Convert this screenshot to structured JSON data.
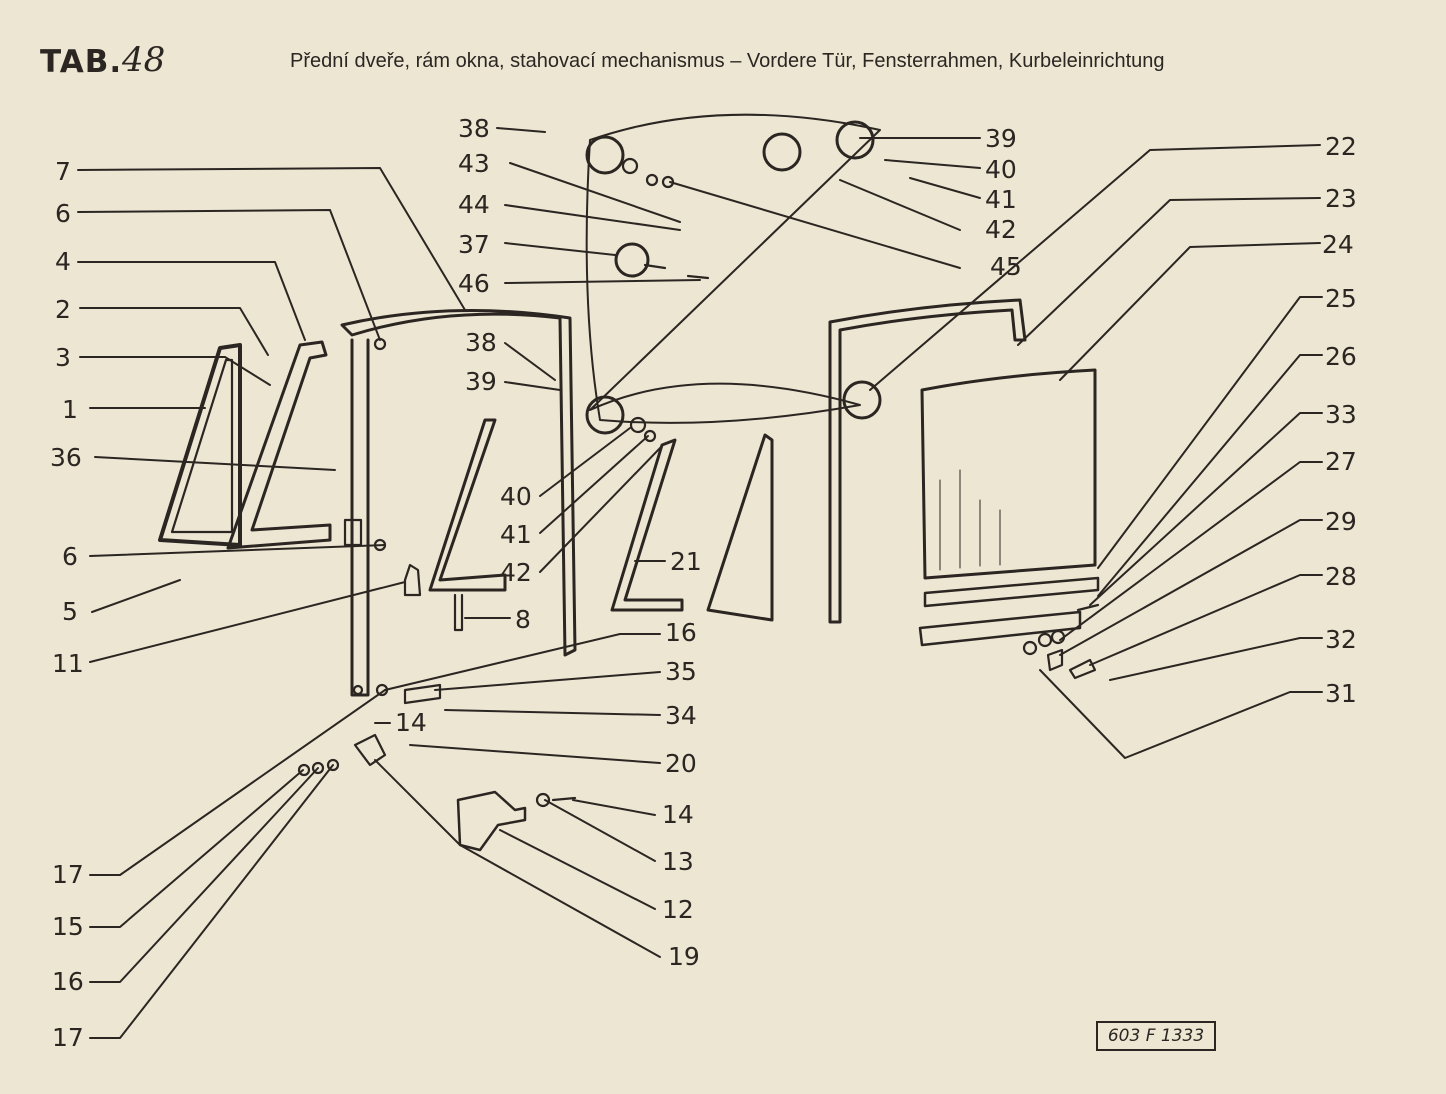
{
  "header": {
    "tab_label": "TAB.",
    "tab_number": "48",
    "title": "Přední dveře, rám okna, stahovací mechanismus – Vordere Tür, Fensterrahmen, Kurbeleinrichtung"
  },
  "drawing_code": "603 F 1333",
  "callouts": [
    "38",
    "43",
    "44",
    "37",
    "46",
    "39",
    "40",
    "41",
    "42",
    "45",
    "22",
    "23",
    "24",
    "25",
    "26",
    "33",
    "27",
    "29",
    "28",
    "32",
    "31",
    "7",
    "6",
    "4",
    "2",
    "3",
    "1",
    "36",
    "6",
    "5",
    "11",
    "38",
    "39",
    "40",
    "41",
    "42",
    "21",
    "8",
    "16",
    "35",
    "34",
    "14",
    "20",
    "14",
    "13",
    "12",
    "19",
    "17",
    "15",
    "16",
    "17"
  ],
  "colors": {
    "paper": "#ece6d3",
    "ink": "#2b2622"
  }
}
